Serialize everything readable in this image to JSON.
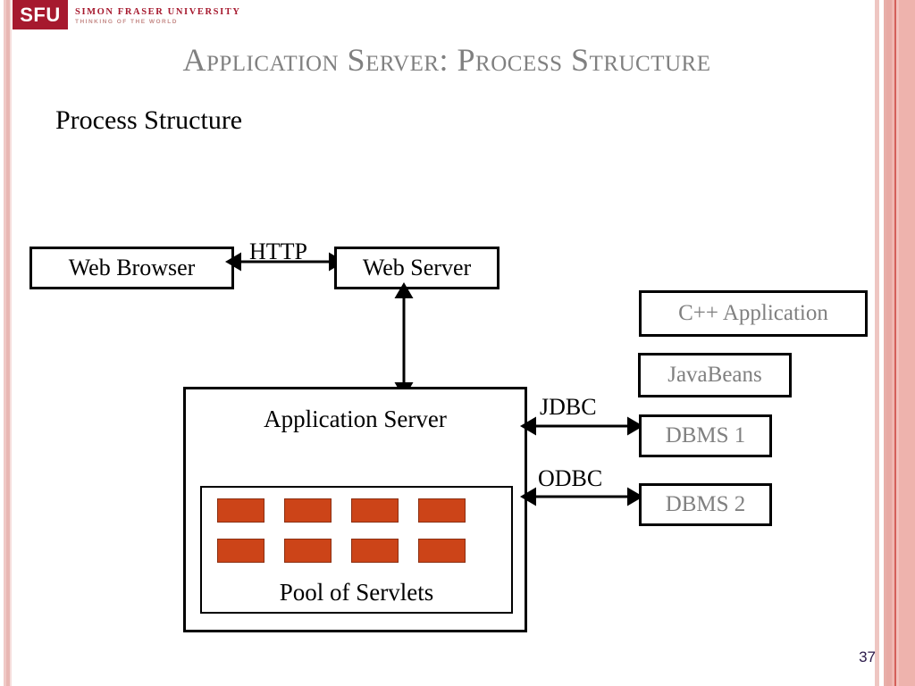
{
  "slide": {
    "title": "Application Server: Process Structure",
    "subtitle": "Process Structure",
    "page_number": "37"
  },
  "logo": {
    "mark": "SFU",
    "name": "SIMON FRASER UNIVERSITY",
    "tagline": "THINKING OF THE WORLD",
    "brand_color": "#a6192e"
  },
  "diagram": {
    "boxes": {
      "web_browser": "Web Browser",
      "web_server": "Web Server",
      "application_server": "Application Server",
      "servlet_pool": "Pool of Servlets",
      "cpp_application": "C++ Application",
      "javabeans": "JavaBeans",
      "dbms1": "DBMS 1",
      "dbms2": "DBMS 2"
    },
    "connectors": {
      "http": "HTTP",
      "jdbc": "JDBC",
      "odbc": "ODBC"
    },
    "servlet_count": 8,
    "servlet_color": "#cc4418",
    "gray_text_color": "#808080"
  }
}
